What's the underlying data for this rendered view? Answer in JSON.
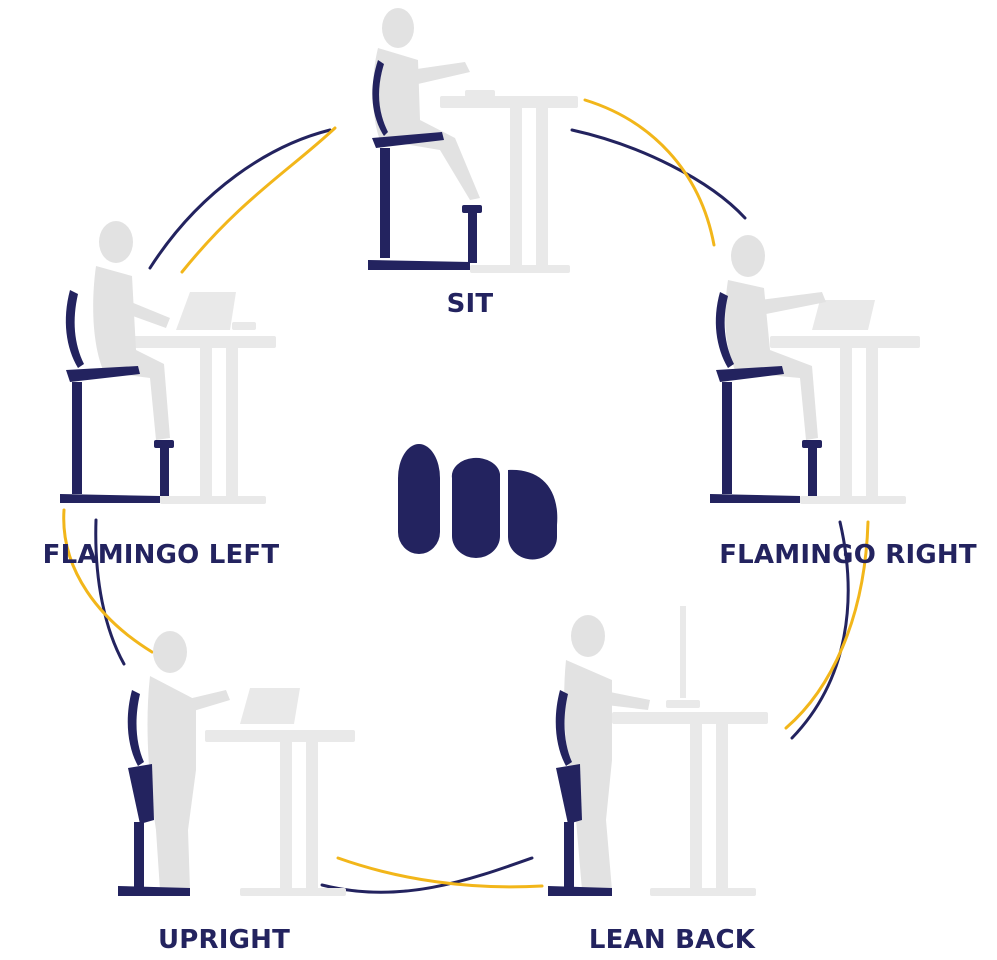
{
  "diagram": {
    "positions": {
      "sit": "SIT",
      "flamingo_right": "FLAMINGO RIGHT",
      "lean_back": "LEAN BACK",
      "upright": "UPRIGHT",
      "flamingo_left": "FLAMINGO LEFT"
    },
    "logo": "logo-mark-icon"
  },
  "colors": {
    "navy": "#23235f",
    "yellow": "#f2b61a",
    "silhouette": "#e4e4e4",
    "desk": "#e9e9e9"
  }
}
